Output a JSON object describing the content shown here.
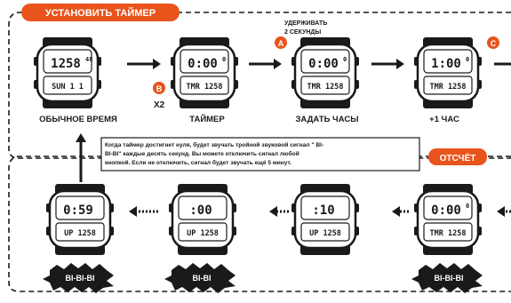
{
  "sections": {
    "set_timer": "УСТАНОВИТЬ ТАЙМЕР",
    "countdown": "ОТСЧЁТ"
  },
  "hold_note": [
    "УДЕРЖИВАТЬ",
    "2 СЕКУНДЫ"
  ],
  "buttons": {
    "a": "A",
    "b": "B",
    "c": "C",
    "x2": "X2"
  },
  "captions": {
    "normal_time": "ОБЫЧНОЕ ВРЕМЯ",
    "timer": "ТАЙМЕР",
    "set_hours": "ЗАДАТЬ ЧАСЫ",
    "plus_hour": "+1 ЧАС"
  },
  "note": [
    "Когда таймер достигнет нуля, будет звучать тройной звуковой сигнал \" BI-",
    "BI-BI\" каждые десять секунд. Вы можете отключить сигнал любой",
    "кнопкой. Если не отключить, сигнал будет звучать ещё 5 минут."
  ],
  "beeps": {
    "triple": "BI-BI-BI",
    "double": "BI-BI"
  },
  "watches": {
    "normal": {
      "top": "1258",
      "topsub": "48",
      "bottom": "SUN  1  1"
    },
    "timer": {
      "top": "0:00",
      "topsub": "0",
      "bottom": "TMR  1258"
    },
    "set": {
      "top": "0:00",
      "topsub": "0",
      "bottom": "TMR  1258"
    },
    "plus": {
      "top": "1:00",
      "topsub": "0",
      "bottom": "TMR  1258"
    },
    "cd_start": {
      "top": "0:00",
      "topsub": "0",
      "bottom": "TMR  1258"
    },
    "cd_mid": {
      "top": ":10",
      "topsub": "",
      "bottom": "UP   1258"
    },
    "cd_near": {
      "top": ":00",
      "topsub": "",
      "bottom": "UP   1258"
    },
    "cd_end": {
      "top": "0:59",
      "topsub": "",
      "bottom": "UP   1258"
    }
  },
  "colors": {
    "accent": "#e8541c",
    "ink": "#1a1a1a",
    "lcd": "#ffffff"
  }
}
